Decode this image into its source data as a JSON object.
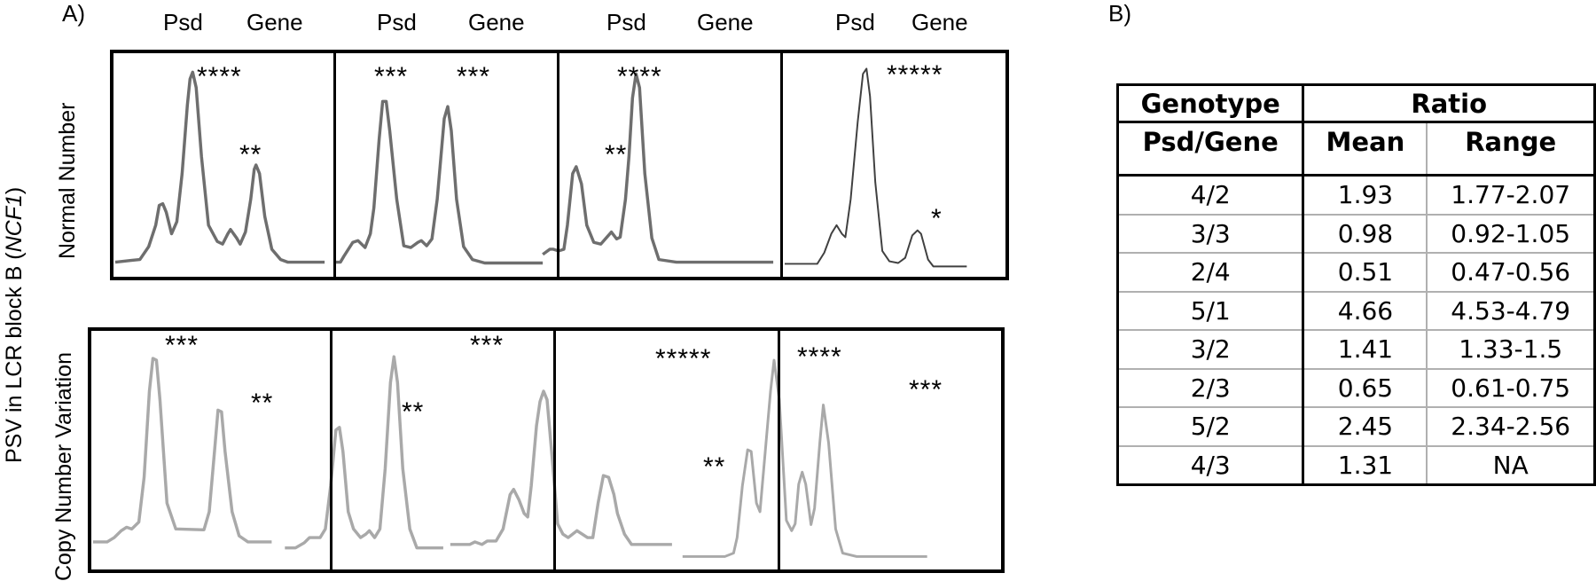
{
  "panel_a_label": "A)",
  "panel_b_label": "B)",
  "y_axis_title": "PSV in LCR block B (NCF1)",
  "y_axis_title_plain": "PSV in LCR block B (",
  "y_axis_title_gene": "NCF1",
  "y_axis_title_close": ")",
  "row_labels": [
    "Normal Number",
    "Copy Number Variation"
  ],
  "column_headers": [
    {
      "psd": "Psd",
      "gene": "Gene"
    },
    {
      "psd": "Psd",
      "gene": "Gene"
    },
    {
      "psd": "Psd",
      "gene": "Gene"
    },
    {
      "psd": "Psd",
      "gene": "Gene"
    }
  ],
  "table": {
    "header_row1": {
      "genotype": "Genotype",
      "ratio": "Ratio"
    },
    "header_row2": {
      "psd_gene": "Psd/Gene",
      "mean": "Mean",
      "range": "Range"
    },
    "rows": [
      {
        "genotype": "4/2",
        "mean": "1.93",
        "range": "1.77-2.07"
      },
      {
        "genotype": "3/3",
        "mean": "0.98",
        "range": "0.92-1.05"
      },
      {
        "genotype": "2/4",
        "mean": "0.51",
        "range": "0.47-0.56"
      },
      {
        "genotype": "5/1",
        "mean": "4.66",
        "range": "4.53-4.79"
      },
      {
        "genotype": "3/2",
        "mean": "1.41",
        "range": "1.33-1.5"
      },
      {
        "genotype": "2/3",
        "mean": "0.65",
        "range": "0.61-0.75"
      },
      {
        "genotype": "5/2",
        "mean": "2.45",
        "range": "2.34-2.56"
      },
      {
        "genotype": "4/3",
        "mean": "1.31",
        "range": "NA"
      }
    ]
  },
  "chart_data": [
    {
      "type": "line",
      "title": "A) Pyrosequencing traces, Normal Number",
      "ylabel": "Normal Number",
      "panels": [
        {
          "psd_stars": "****",
          "gene_stars": "**",
          "psd_relative_height": 0.85,
          "gene_relative_height": 0.45
        },
        {
          "psd_stars": "***",
          "gene_stars": "***",
          "psd_relative_height": 0.75,
          "gene_relative_height": 0.74
        },
        {
          "psd_stars": "**",
          "gene_stars": "****",
          "psd_relative_height": 0.45,
          "gene_relative_height": 0.88
        },
        {
          "psd_stars": "*****",
          "gene_stars": "*",
          "psd_relative_height": 0.92,
          "gene_relative_height": 0.16
        }
      ]
    },
    {
      "type": "line",
      "title": "A) Pyrosequencing traces, Copy Number Variation",
      "ylabel": "Copy Number Variation",
      "panels": [
        {
          "psd_stars": "***",
          "gene_stars": "**",
          "psd_relative_height": 0.9,
          "gene_relative_height": 0.62
        },
        {
          "psd_stars": "**",
          "gene_stars": "***",
          "psd_relative_height": 0.55,
          "gene_relative_height": 0.9
        },
        {
          "psd_stars": "*****",
          "gene_stars": "**",
          "psd_relative_height": 0.85,
          "gene_relative_height": 0.33
        },
        {
          "psd_stars": "****",
          "gene_stars": "***",
          "psd_relative_height": 0.88,
          "gene_relative_height": 0.7
        }
      ]
    },
    {
      "type": "table",
      "title": "B) Genotype ratio",
      "columns": [
        "Psd/Gene",
        "Mean",
        "Range"
      ],
      "rows": [
        [
          "4/2",
          1.93,
          "1.77-2.07"
        ],
        [
          "3/3",
          0.98,
          "0.92-1.05"
        ],
        [
          "2/4",
          0.51,
          "0.47-0.56"
        ],
        [
          "5/1",
          4.66,
          "4.53-4.79"
        ],
        [
          "3/2",
          1.41,
          "1.33-1.5"
        ],
        [
          "2/3",
          0.65,
          "0.61-0.75"
        ],
        [
          "5/2",
          2.45,
          "2.34-2.56"
        ],
        [
          "4/3",
          1.31,
          "NA"
        ]
      ]
    }
  ]
}
